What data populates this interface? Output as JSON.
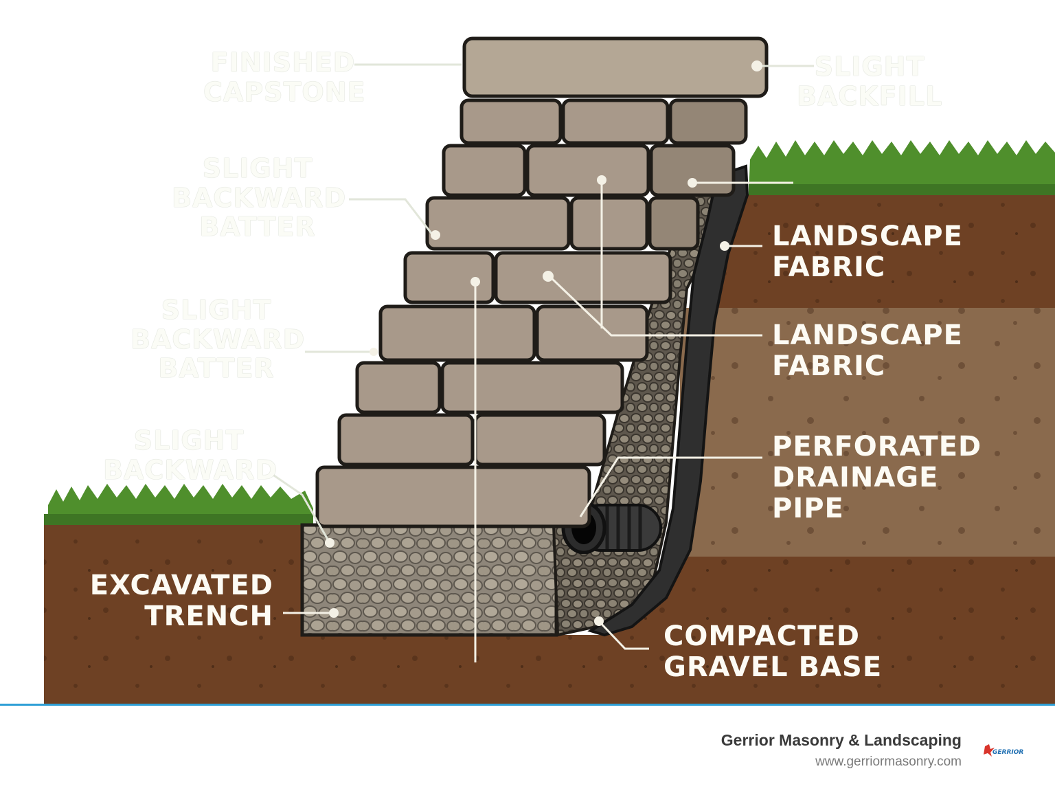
{
  "labels": {
    "finished_capstone": [
      "FINISHED",
      "CAPSTONE"
    ],
    "slight_backfill": [
      "SLIGHT",
      "BACKFILL"
    ],
    "slight_backward_batter_1": [
      "SLIGHT",
      "BACKWARD",
      "BATTER"
    ],
    "slight_backward_batter_2": [
      "SLIGHT",
      "BACKWARD",
      "BATTER"
    ],
    "slight_backward": [
      "SLIGHT",
      "BACKWARD"
    ],
    "landscape_fabric_1": [
      "LANDSCAPE",
      "FABRIC"
    ],
    "landscape_fabric_2": [
      "LANDSCAPE",
      "FABRIC"
    ],
    "perforated_drainage_pipe": [
      "PERFORATED",
      "DRAINAGE",
      "PIPE"
    ],
    "excavated_trench": [
      "EXCAVATED",
      "TRENCH"
    ],
    "compacted_gravel_base": [
      "COMPACTED",
      "GRAVEL BASE"
    ]
  },
  "footer": {
    "company": "Gerrior Masonry & Landscaping",
    "website": "www.gerriormasonry.com",
    "logo_text": "GERRIOR"
  },
  "colors": {
    "soil_dark": "#6e4124",
    "soil_mid": "#8a6a4d",
    "grass": "#4f8f2c",
    "stone": "#a8998a",
    "gravel": "#8f877a",
    "fabric": "#2f2f2f",
    "accent": "#2e9fd6"
  }
}
